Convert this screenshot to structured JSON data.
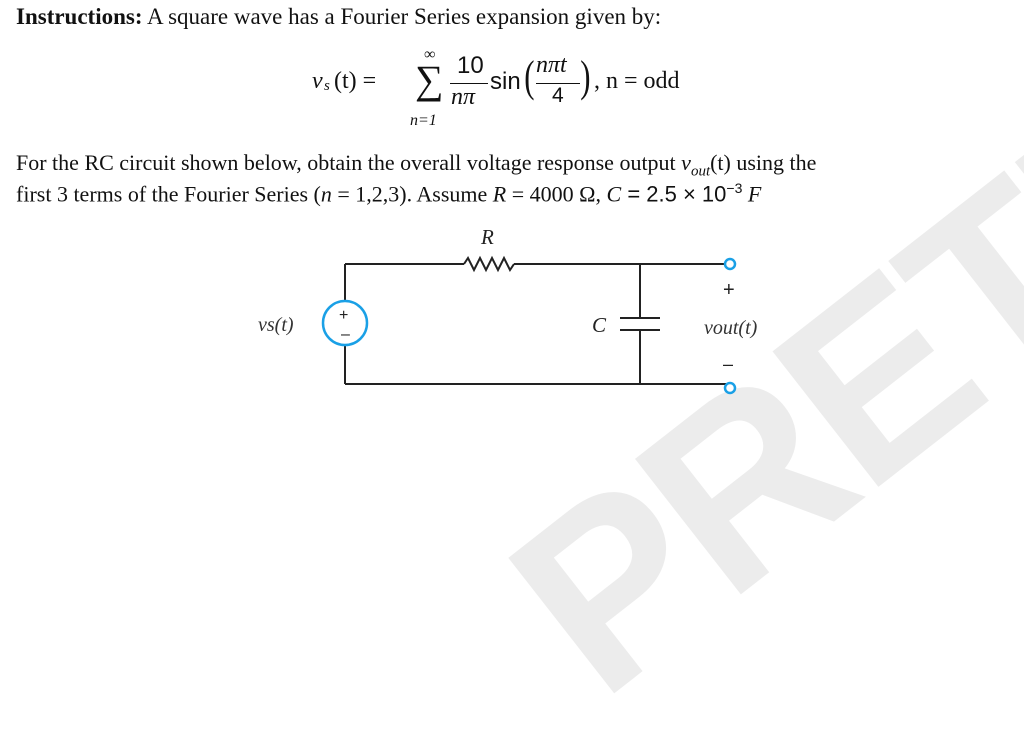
{
  "watermark": "PRETEST",
  "instructions": {
    "label": "Instructions:",
    "text": "A square wave has a Fourier Series expansion given by:"
  },
  "formula": {
    "lhs_var": "v",
    "lhs_sub": "s",
    "lhs_arg": "(t) =",
    "sum_top": "∞",
    "sum_sign": "∑",
    "sum_bottom": "n=1",
    "frac_num": "10",
    "frac_den": "nπ",
    "sin": "sin",
    "arg_num": "nπt",
    "arg_den": "4",
    "condition": ", n = odd"
  },
  "body": {
    "line1_a": "For the RC circuit shown below, obtain the overall voltage response output",
    "line1_var": "v",
    "line1_sub": "out",
    "line1_b": "(t) using the",
    "line2_a": "first 3 terms of the Fourier Series (",
    "line2_n": "n",
    "line2_b": " = 1,2,3). Assume",
    "line2_R": "R",
    "line2_c": " = 4000 Ω,",
    "line2_C": "C",
    "line2_d": " = 2.5 × 10",
    "line2_exp": "−3",
    "line2_F": "F"
  },
  "circuit": {
    "resistor_label": "R",
    "capacitor_label": "C",
    "source_label": "vs(t)",
    "source_plus": "+",
    "source_minus": "–",
    "out_plus": "+",
    "out_minus": "–",
    "output_label": "vout(t)",
    "terminal_color": "#1aa0e6",
    "source_color": "#1aa0e6",
    "wire_color": "#222222"
  }
}
